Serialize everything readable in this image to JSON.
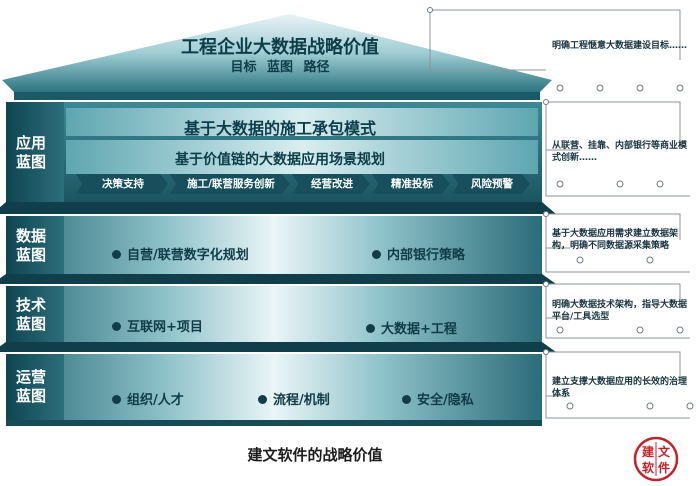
{
  "roof": {
    "title": "工程企业大数据战略价值",
    "subtitle": "目标 蓝图 路径"
  },
  "layers": [
    {
      "label_line1": "应用",
      "label_line2": "蓝图",
      "title1": "基于大数据的施工承包模式",
      "title2": "基于价值链的大数据应用场景规划",
      "pills": [
        "决策支持",
        "施工/联营服务创新",
        "经营改进",
        "精准投标",
        "风险预警"
      ]
    },
    {
      "label_line1": "数据",
      "label_line2": "蓝图",
      "items": [
        "自营/联营数字化规划",
        "内部银行策略"
      ]
    },
    {
      "label_line1": "技术",
      "label_line2": "蓝图",
      "items": [
        "互联网+项目",
        "大数据+工程"
      ]
    },
    {
      "label_line1": "运营",
      "label_line2": "蓝图",
      "items": [
        "组织/人才",
        "流程/机制",
        "安全/隐私"
      ]
    }
  ],
  "notes": [
    "明确工程惬意大数据建设目标……",
    "从联营、挂靠、内部银行等商业模式创新……",
    "基于大数据应用需求建立数据架构，明确不同数据源采集策略",
    "明确大数据技术架构，指导大数据平台/工具选型",
    "建立支撑大数据应用的长效的治理体系"
  ],
  "caption": "建文软件的战略价值",
  "seal": {
    "chars": [
      "建",
      "文",
      "软",
      "件"
    ],
    "color": "#c8202a"
  },
  "colors": {
    "teal_dark": "#0f4b58",
    "teal_mid": "#3f8d99",
    "teal_light": "#cfe7ea",
    "pill": "#174f5c",
    "circuit": "#8c959a"
  }
}
